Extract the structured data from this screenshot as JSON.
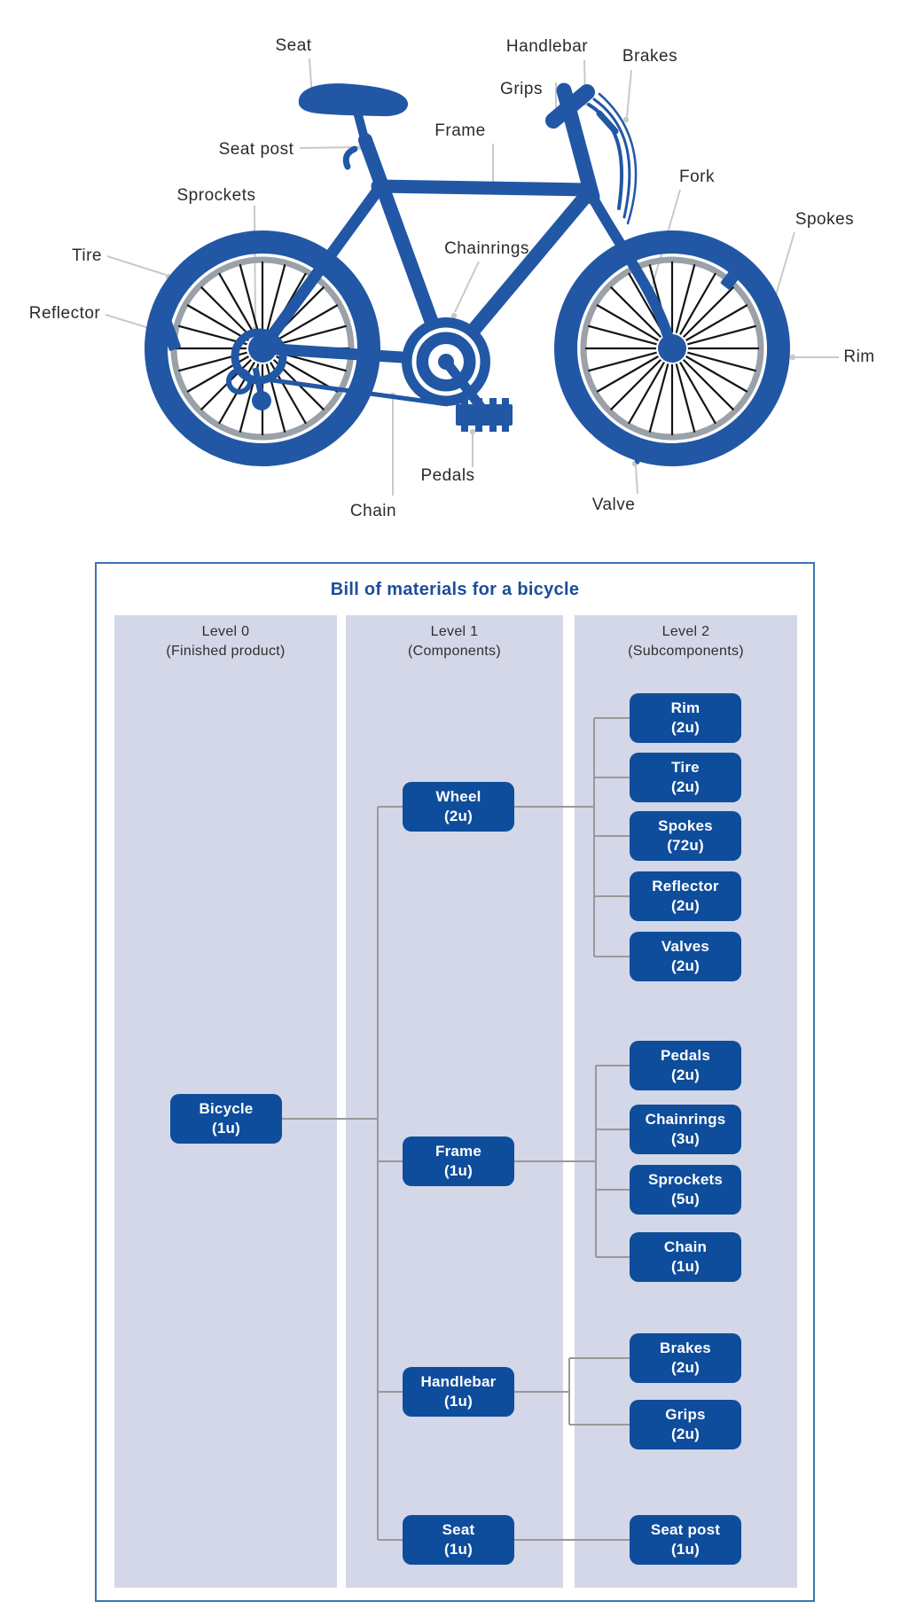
{
  "colors": {
    "bike_blue": "#2157a5",
    "node_blue": "#0e4d9c",
    "column_bg": "#d3d7e8",
    "connector_gray": "#999999",
    "leader_gray": "#c9c9c9",
    "title_blue": "#1a4e9b",
    "rim_gray": "#9ba1a8"
  },
  "bike": {
    "labels": {
      "seat": "Seat",
      "seat_post": "Seat post",
      "sprockets": "Sprockets",
      "tire": "Tire",
      "reflector": "Reflector",
      "handlebar": "Handlebar",
      "grips": "Grips",
      "brakes": "Brakes",
      "frame": "Frame",
      "fork": "Fork",
      "chainrings": "Chainrings",
      "spokes": "Spokes",
      "rim": "Rim",
      "pedals": "Pedals",
      "chain": "Chain",
      "valve": "Valve"
    }
  },
  "bom": {
    "title": "Bill of materials for a bicycle",
    "columns": [
      {
        "line1": "Level 0",
        "line2": "(Finished product)"
      },
      {
        "line1": "Level 1",
        "line2": "(Components)"
      },
      {
        "line1": "Level 2",
        "line2": "(Subcomponents)"
      }
    ],
    "nodes": {
      "bicycle": {
        "label": "Bicycle",
        "qty": "(1u)"
      },
      "wheel": {
        "label": "Wheel",
        "qty": "(2u)"
      },
      "frame": {
        "label": "Frame",
        "qty": "(1u)"
      },
      "handlebar": {
        "label": "Handlebar",
        "qty": "(1u)"
      },
      "seat": {
        "label": "Seat",
        "qty": "(1u)"
      },
      "rim": {
        "label": "Rim",
        "qty": "(2u)"
      },
      "tire": {
        "label": "Tire",
        "qty": "(2u)"
      },
      "spokes": {
        "label": "Spokes",
        "qty": "(72u)"
      },
      "reflector": {
        "label": "Reflector",
        "qty": "(2u)"
      },
      "valves": {
        "label": "Valves",
        "qty": "(2u)"
      },
      "pedals": {
        "label": "Pedals",
        "qty": "(2u)"
      },
      "chainrings": {
        "label": "Chainrings",
        "qty": "(3u)"
      },
      "sprockets": {
        "label": "Sprockets",
        "qty": "(5u)"
      },
      "chain": {
        "label": "Chain",
        "qty": "(1u)"
      },
      "brakes": {
        "label": "Brakes",
        "qty": "(2u)"
      },
      "grips": {
        "label": "Grips",
        "qty": "(2u)"
      },
      "seat_post": {
        "label": "Seat post",
        "qty": "(1u)"
      }
    }
  }
}
